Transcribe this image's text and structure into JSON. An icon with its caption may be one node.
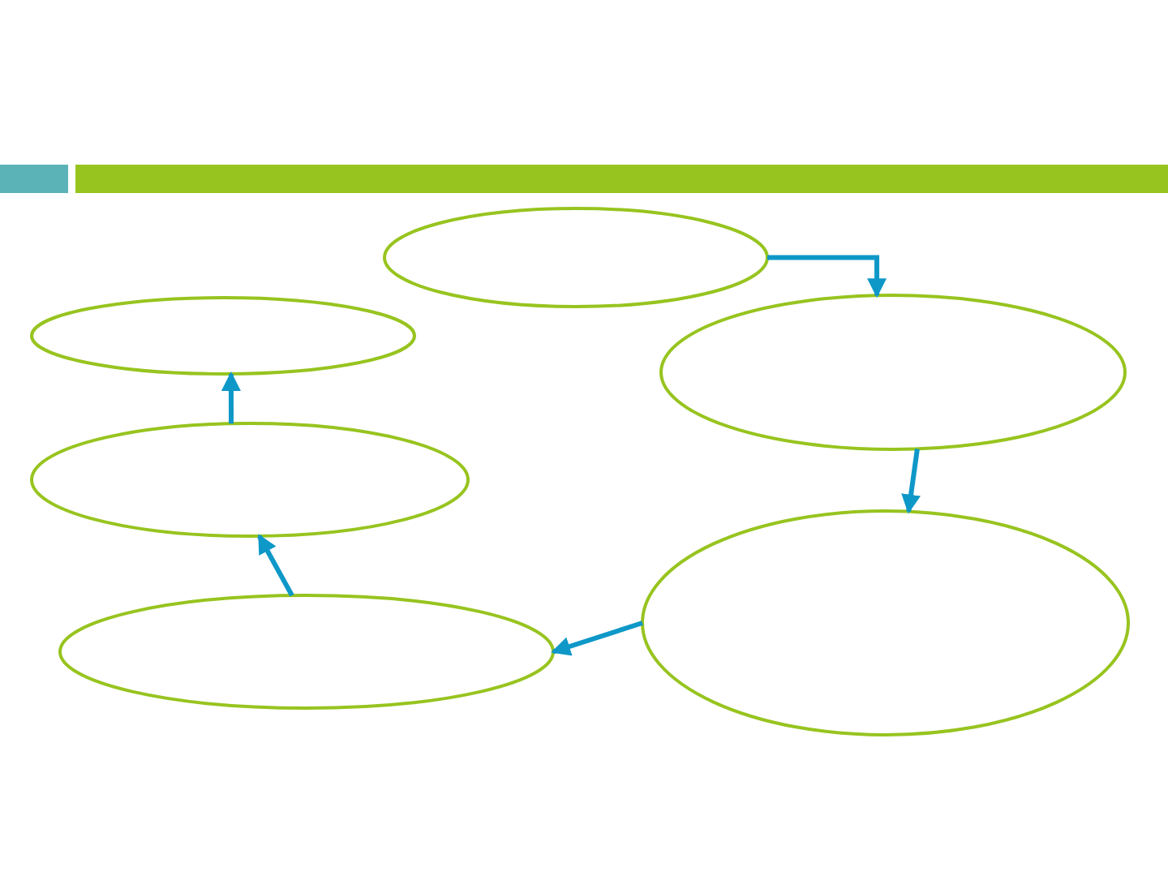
{
  "diagram": {
    "nodes": [
      {
        "text": [],
        "shape": "ellipse"
      },
      {
        "text": [],
        "shape": "ellipse"
      },
      {
        "text": [],
        "shape": "ellipse"
      },
      {
        "text": [],
        "shape": "ellipse"
      },
      {
        "text": [],
        "shape": "ellipse"
      },
      {
        "text": [],
        "shape": "ellipse"
      }
    ],
    "edges": [
      {
        "from": 0,
        "to": 2,
        "arrow": "to"
      },
      {
        "from": 2,
        "to": 4,
        "arrow": "to"
      },
      {
        "from": 4,
        "to": 5,
        "arrow": "to"
      },
      {
        "from": 5,
        "to": 3,
        "arrow": "to"
      },
      {
        "from": 3,
        "to": 1,
        "arrow": "to"
      }
    ]
  }
}
